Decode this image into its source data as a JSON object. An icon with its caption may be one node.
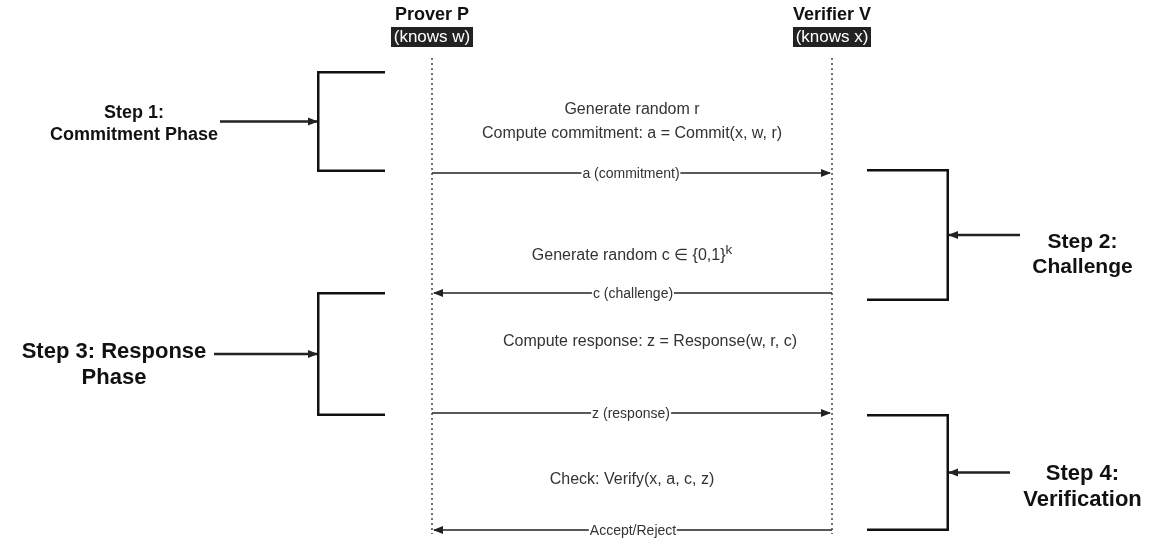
{
  "diagram": {
    "nodes": [
      {
        "text": [
          "Prover P",
          "(knows w)"
        ]
      },
      {
        "text": [
          "Verifier V",
          "(knows x)"
        ]
      },
      {
        "text": [
          "Step 1: Commitment Phase"
        ]
      },
      {
        "text": [
          "Step 2: Challenge"
        ]
      },
      {
        "text": [
          "Step 3: Response Phase"
        ]
      },
      {
        "text": [
          "Step 4: Verification"
        ]
      },
      {
        "text": [],
        "shape": "bracket"
      },
      {
        "text": [],
        "shape": "bracket"
      },
      {
        "text": [],
        "shape": "bracket"
      },
      {
        "text": [],
        "shape": "bracket"
      }
    ],
    "edges": [
      {
        "from": 0,
        "to": 1,
        "arrow": "to",
        "label": "a (commitment)"
      },
      {
        "from": 1,
        "to": 0,
        "arrow": "to",
        "label": "c (challenge)"
      },
      {
        "from": 0,
        "to": 1,
        "arrow": "to",
        "label": "z (response)"
      },
      {
        "from": 1,
        "to": 0,
        "arrow": "to",
        "label": "Accept/Reject"
      },
      {
        "from": 2,
        "to": 6,
        "arrow": "to"
      },
      {
        "from": 3,
        "to": 7,
        "arrow": "to"
      },
      {
        "from": 4,
        "to": 8,
        "arrow": "to"
      },
      {
        "from": 5,
        "to": 9,
        "arrow": "to"
      }
    ],
    "labels": [
      "Generate random r",
      "Compute commitment: a = Commit(x, w, r)",
      "Generate random c ∈ {0,1}$^{k}$",
      "Compute response: z = Response(w, r, c)",
      "Check: Verify(x, a, c, z)"
    ]
  }
}
